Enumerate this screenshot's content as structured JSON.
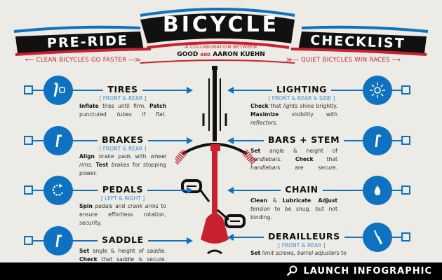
{
  "colors": {
    "blue": "#0f72c0",
    "red": "#c8202f",
    "background": "#ecebe5",
    "black": "#000000"
  },
  "header": {
    "left_banner": "PRE-RIDE",
    "center_banner": "BICYCLE",
    "right_banner": "CHECKLIST",
    "collab_line": "A COLLABORATION BETWEEN",
    "collab_a": "GOOD",
    "collab_and": "AND",
    "collab_b": "AARON KUEHN",
    "left_slogan": "CLEAN BICYCLES GO FASTER",
    "right_slogan": "QUIET BICYCLES WIN RACES"
  },
  "left_items": [
    {
      "title": "TIRES",
      "tag": "[ FRONT & REAR ]",
      "icon": "tire-lever-icon",
      "desc": [
        {
          "t": "Inflate",
          "s": "b"
        },
        {
          "t": " "
        },
        {
          "t": "tires",
          "s": "i"
        },
        {
          "t": " until firm. "
        },
        {
          "t": "Patch",
          "s": "b"
        },
        {
          "t": " punctured "
        },
        {
          "t": "tubes",
          "s": "i"
        },
        {
          "t": " if flat."
        }
      ]
    },
    {
      "title": "BRAKES",
      "tag": "[ FRONT & REAR ]",
      "icon": "allen-key-icon",
      "desc": [
        {
          "t": "Align",
          "s": "b"
        },
        {
          "t": " "
        },
        {
          "t": "brake pads",
          "s": "i"
        },
        {
          "t": " with "
        },
        {
          "t": "wheel rims.",
          "s": "i"
        },
        {
          "t": " "
        },
        {
          "t": "Test",
          "s": "b"
        },
        {
          "t": " "
        },
        {
          "t": "brakes",
          "s": "i"
        },
        {
          "t": " for stopping power."
        }
      ]
    },
    {
      "title": "PEDALS",
      "tag": "[ LEFT & RIGHT ]",
      "icon": "rotate-icon",
      "desc": [
        {
          "t": "Spin",
          "s": "b"
        },
        {
          "t": " "
        },
        {
          "t": "pedals",
          "s": "i"
        },
        {
          "t": " and "
        },
        {
          "t": "crank",
          "s": "i"
        },
        {
          "t": " "
        },
        {
          "t": "arms",
          "s": "i"
        },
        {
          "t": " to ensure effortless rotation, security."
        }
      ]
    },
    {
      "title": "SADDLE",
      "tag": "",
      "icon": "allen-key-icon",
      "desc": [
        {
          "t": "Set",
          "s": "b"
        },
        {
          "t": " angle & height of "
        },
        {
          "t": "saddle.",
          "s": "i"
        },
        {
          "t": " "
        },
        {
          "t": "Check",
          "s": "b"
        },
        {
          "t": " that "
        },
        {
          "t": "saddle",
          "s": "i"
        },
        {
          "t": " is secure."
        }
      ]
    }
  ],
  "right_items": [
    {
      "title": "LIGHTING",
      "tag": "[ FRONT & REAR & SIDE ]",
      "icon": "sun-icon",
      "desc": [
        {
          "t": "Check",
          "s": "b"
        },
        {
          "t": " that "
        },
        {
          "t": "lights",
          "s": "i"
        },
        {
          "t": " shine brightly. "
        },
        {
          "t": "Maximize",
          "s": "b"
        },
        {
          "t": " visibility with "
        },
        {
          "t": "reflectors.",
          "s": "i"
        }
      ]
    },
    {
      "title": "BARS + STEM",
      "tag": "",
      "icon": "allen-key-icon",
      "desc": [
        {
          "t": "Set",
          "s": "b"
        },
        {
          "t": " angle & height of "
        },
        {
          "t": "handlebars.",
          "s": "i"
        },
        {
          "t": " "
        },
        {
          "t": "Check",
          "s": "b"
        },
        {
          "t": " that "
        },
        {
          "t": "handlebars",
          "s": "i"
        },
        {
          "t": " are secure."
        }
      ]
    },
    {
      "title": "CHAIN",
      "tag": "",
      "icon": "oil-drop-icon",
      "desc": [
        {
          "t": "Clean",
          "s": "b"
        },
        {
          "t": " & "
        },
        {
          "t": "Lubricate",
          "s": "b"
        },
        {
          "t": ". "
        },
        {
          "t": "Adjust",
          "s": "b"
        },
        {
          "t": " "
        },
        {
          "t": "tension",
          "s": "i"
        },
        {
          "t": " to be snug, but not binding."
        }
      ]
    },
    {
      "title": "DERAILLEURS",
      "tag": "[ FRONT & REAR ]",
      "icon": "screwdriver-icon",
      "desc": [
        {
          "t": "Set",
          "s": "b"
        },
        {
          "t": " "
        },
        {
          "t": "limit screws, barrel adjusters",
          "s": "i"
        },
        {
          "t": " to"
        }
      ]
    }
  ],
  "footer": {
    "launch_label": "LAUNCH INFOGRAPHIC",
    "icon": "search-icon"
  }
}
